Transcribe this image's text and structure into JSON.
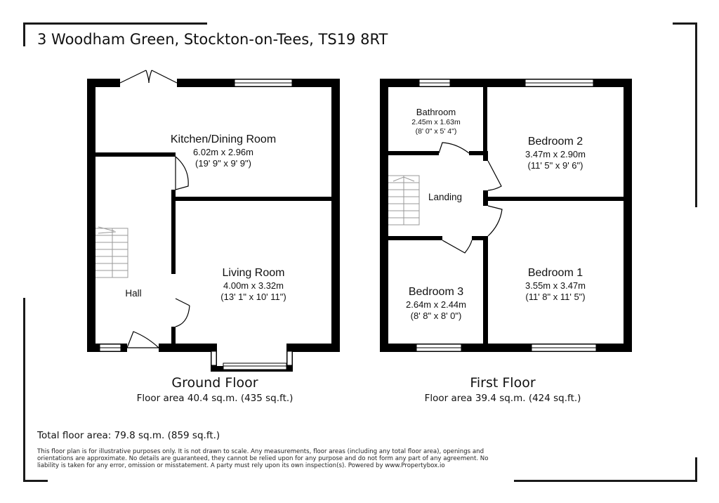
{
  "address": "3 Woodham Green, Stockton-on-Tees, TS19 8RT",
  "ground_floor": {
    "title": "Ground Floor",
    "area": "Floor area 40.4 sq.m. (435 sq.ft.)",
    "rooms": {
      "kitchen": {
        "name": "Kitchen/Dining Room",
        "metric": "6.02m x 2.96m",
        "imperial": "(19' 9\" x 9' 9\")"
      },
      "living": {
        "name": "Living Room",
        "metric": "4.00m x 3.32m",
        "imperial": "(13' 1\" x 10' 11\")"
      },
      "hall": {
        "name": "Hall"
      }
    }
  },
  "first_floor": {
    "title": "First Floor",
    "area": "Floor area 39.4 sq.m. (424 sq.ft.)",
    "rooms": {
      "bathroom": {
        "name": "Bathroom",
        "metric": "2.45m x 1.63m",
        "imperial": "(8' 0\" x 5' 4\")"
      },
      "bedroom2": {
        "name": "Bedroom 2",
        "metric": "3.47m x 2.90m",
        "imperial": "(11' 5\" x 9' 6\")"
      },
      "landing": {
        "name": "Landing"
      },
      "bedroom3": {
        "name": "Bedroom 3",
        "metric": "2.64m x 2.44m",
        "imperial": "(8' 8\" x 8' 0\")"
      },
      "bedroom1": {
        "name": "Bedroom 1",
        "metric": "3.55m x 3.47m",
        "imperial": "(11' 8\" x 11' 5\")"
      }
    }
  },
  "total_area": "Total floor area: 79.8 sq.m. (859 sq.ft.)",
  "disclaimer": "This floor plan is for illustrative purposes only. It is not drawn to scale. Any measurements, floor areas (including any total floor area), openings and orientations are approximate. No details are guaranteed, they cannot be relied upon for any purpose and do not form any part of any agreement. No liability is taken for any error, omission or misstatement. A party must rely upon its own inspection(s). Powered by www.Propertybox.io",
  "colors": {
    "wall": "#000000",
    "frame": "#1a1a1a",
    "window": "#ffffff"
  }
}
